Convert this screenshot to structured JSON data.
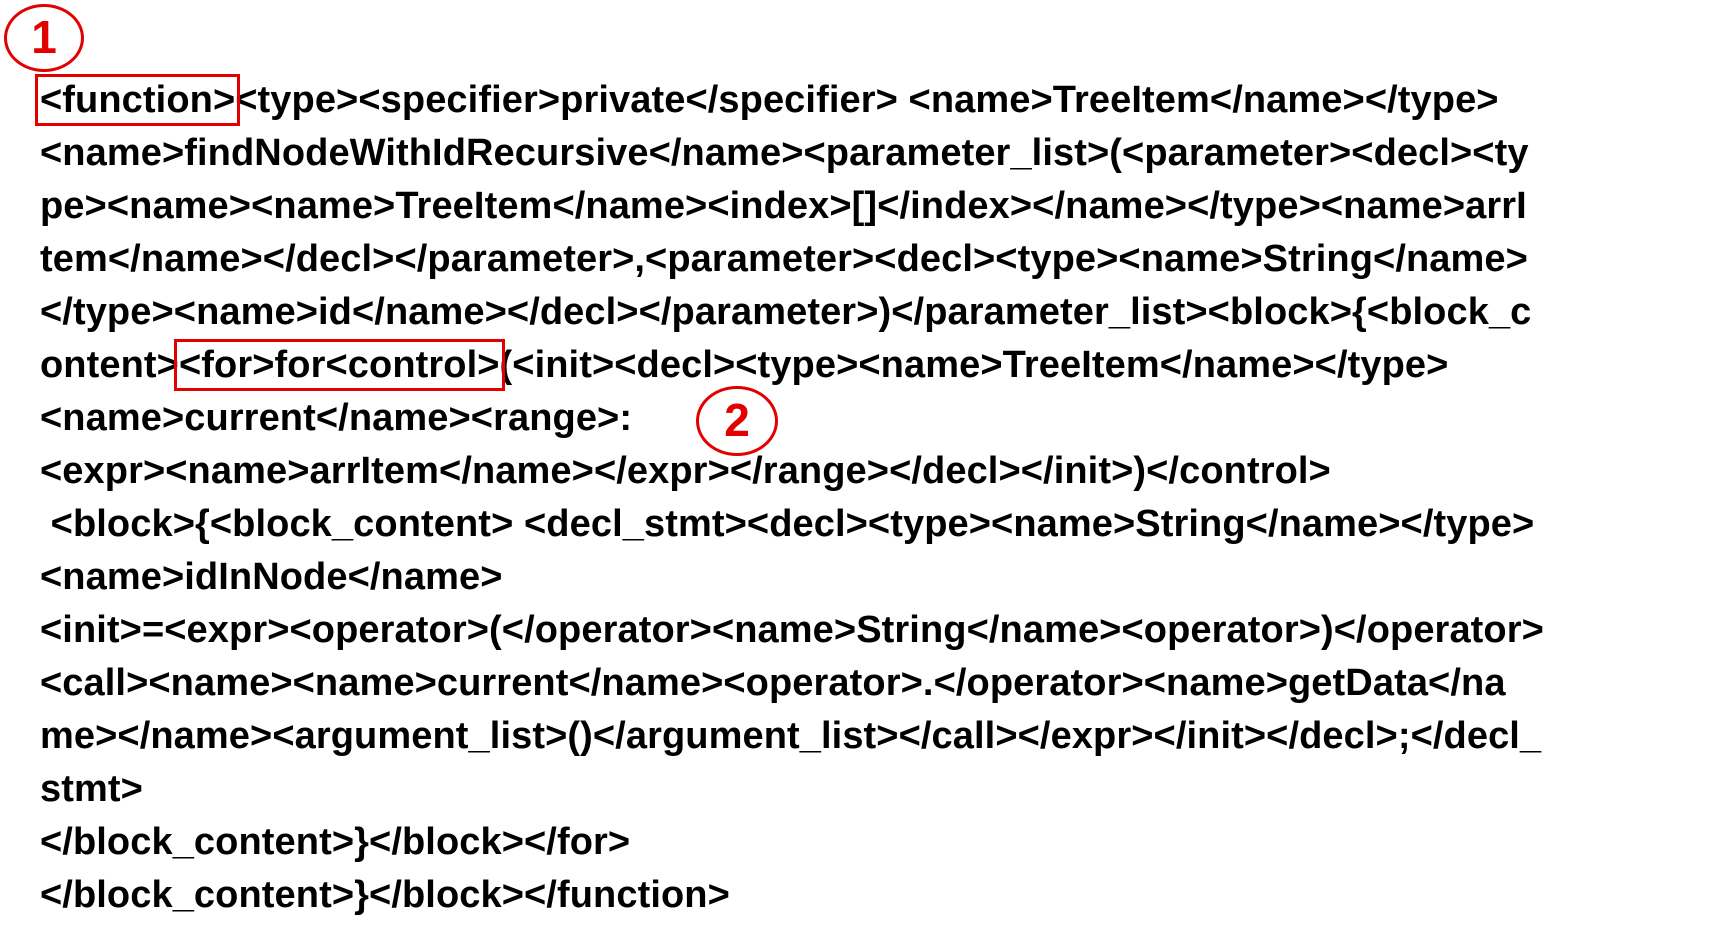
{
  "markers": [
    "1",
    "2"
  ],
  "code": {
    "line1": {
      "hl": "<function>",
      "rest": "<type><specifier>private</specifier> <name>TreeItem</name></type>"
    },
    "line2": "<name>findNodeWithIdRecursive</name><parameter_list>(<parameter><decl><ty",
    "line3": "pe><name><name>TreeItem</name><index>[]</index></name></type><name>arrI",
    "line4": "tem</name></decl></parameter>,<parameter><decl><type><name>String</name>",
    "line5": "</type><name>id</name></decl></parameter>)</parameter_list><block>{<block_c",
    "line6": {
      "pre": "ontent>",
      "hl": "<for>for<control>",
      "rest": "(<init><decl><type><name>TreeItem</name></type>"
    },
    "line7": "<name>current</name><range>:",
    "line8": "<expr><name>arrItem</name></expr></range></decl></init>)</control>",
    "line9": " <block>{<block_content> <decl_stmt><decl><type><name>String</name></type>",
    "line10": "<name>idInNode</name>",
    "line11": "<init>=<expr><operator>(</operator><name>String</name><operator>)</operator>",
    "line12": "<call><name><name>current</name><operator>.</operator><name>getData</na",
    "line13": "me></name><argument_list>()</argument_list></call></expr></init></decl>;</decl_",
    "line14": "stmt>",
    "line15": "</block_content>}</block></for>",
    "line16": "</block_content>}</block></function>"
  },
  "colors": {
    "highlight": "#e30000",
    "text": "#000000",
    "background": "#ffffff"
  }
}
